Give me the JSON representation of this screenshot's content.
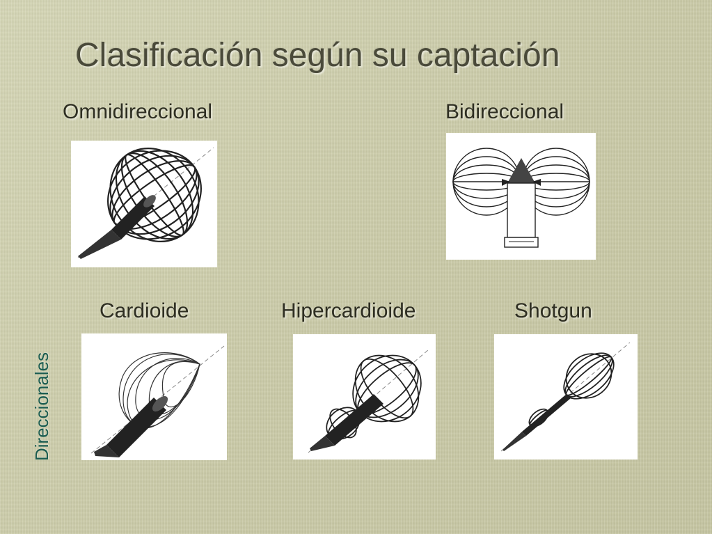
{
  "slide": {
    "title": "Clasificación según su captación",
    "side_label": "Direccionales",
    "patterns": [
      {
        "label": "Omnidireccional",
        "icon": "omnidirectional-pattern-icon"
      },
      {
        "label": "Bidireccional",
        "icon": "bidirectional-pattern-icon"
      },
      {
        "label": "Cardioide",
        "icon": "cardioid-pattern-icon"
      },
      {
        "label": "Hipercardioide",
        "icon": "hypercardioid-pattern-icon"
      },
      {
        "label": "Shotgun",
        "icon": "shotgun-pattern-icon"
      }
    ]
  },
  "colors": {
    "background": "#cfcfae",
    "title_text": "#4a4a3a",
    "side_label_text": "#1a5c50"
  }
}
